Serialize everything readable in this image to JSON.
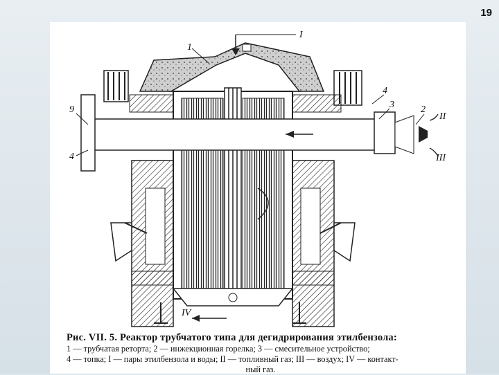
{
  "page_number": "19",
  "figure": {
    "callouts": {
      "arrow_I": "I",
      "arrow_II": "II",
      "arrow_III": "III",
      "arrow_IV": "IV",
      "part_1": "1",
      "part_2": "2",
      "part_3": "3",
      "part_4_right": "4",
      "part_4_left": "4",
      "part_9": "9"
    }
  },
  "caption": {
    "title": "Рис. VII. 5. Реактор трубчатого типа для дегидрирования этилбензола:",
    "legend_lines": [
      "1 — трубчатая реторта; 2 — инжекционная горелка; 3 — смесительное устройство;",
      "4 — топка; I — пары этилбензола и воды; II — топливный газ; III — воздух; IV — контакт-",
      "ный газ."
    ]
  }
}
